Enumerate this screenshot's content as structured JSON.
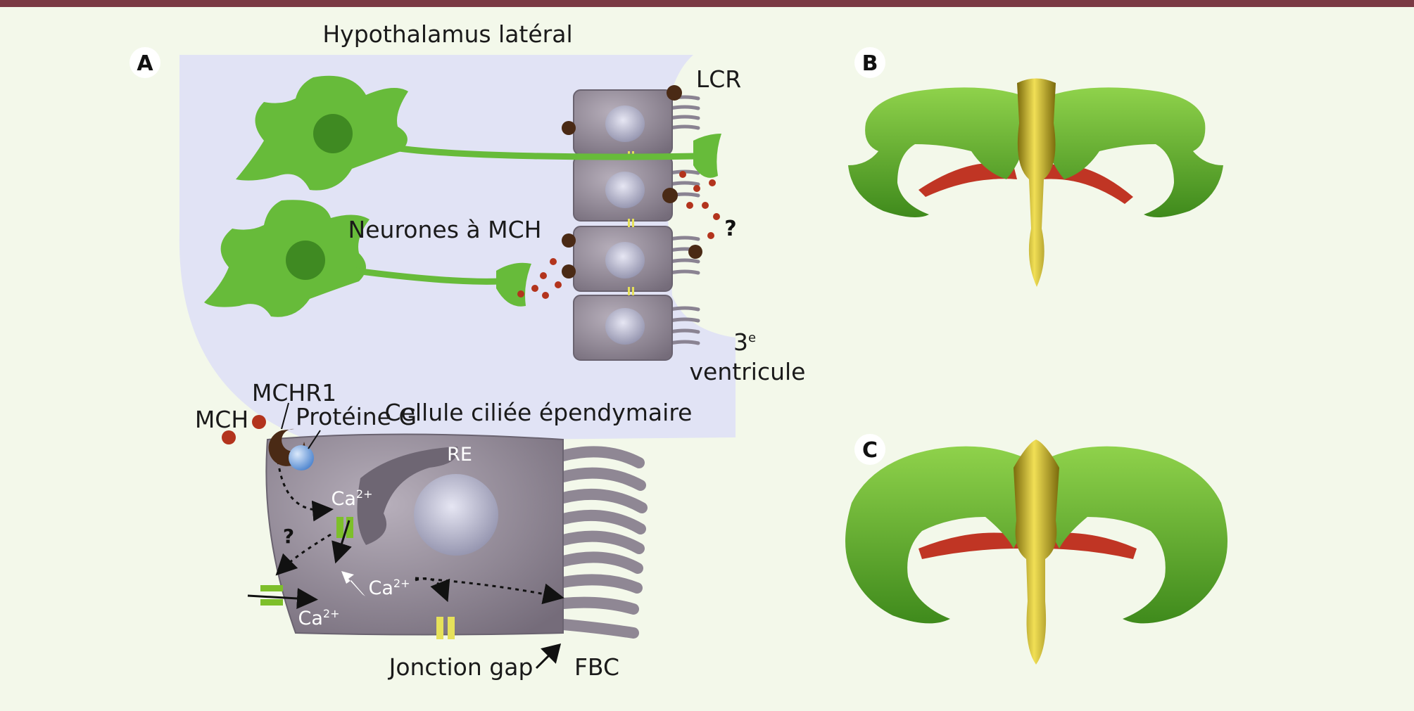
{
  "panels": {
    "a": "A",
    "b": "B",
    "c": "C"
  },
  "labels": {
    "hypothalamus": "Hypothalamus latéral",
    "lcr": "LCR",
    "neurones": "Neurones à MCH",
    "question_top": "?",
    "ventricule_num": "3",
    "ventricule_sup": "e",
    "ventricule": "ventricule",
    "mchr1": "MCHR1",
    "mch": "MCH",
    "proteine_g": "Protéine G",
    "cellule": "Cellule ciliée épendymaire",
    "re": "RE",
    "ca_1": "Ca",
    "ca_2": "Ca",
    "ca_3": "Ca",
    "ca_sup": "2+",
    "question_cell": "?",
    "jonction": "Jonction gap",
    "fbc": "FBC"
  },
  "colors": {
    "background": "#f3f8ea",
    "header_bar": "#7a3a44",
    "hypothalamus_region": "#e1e3f5",
    "neuron": "#67bb3a",
    "ependymal_cell": "#8f8794",
    "mch_granule": "#b3341d",
    "g_protein": "#6fa3e0",
    "gap_junction": "#e6e15a",
    "ventricle_lateral": "#6fb833",
    "ventricle_third": "#d8c22a",
    "choroid": "#c03524"
  }
}
